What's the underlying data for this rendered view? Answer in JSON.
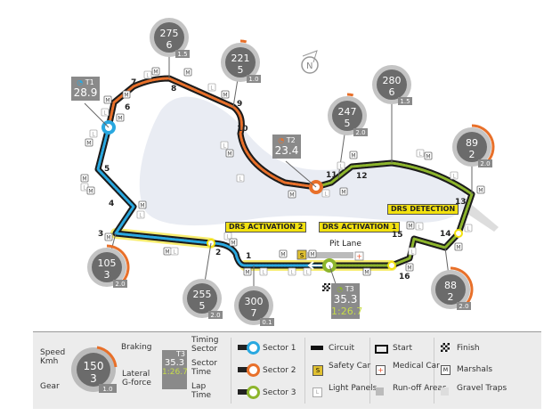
{
  "turns": [
    "1",
    "2",
    "3",
    "4",
    "5",
    "6",
    "7",
    "8",
    "9",
    "10",
    "11",
    "12",
    "13",
    "14",
    "15",
    "16"
  ],
  "drs": {
    "activation_1": "DRS ACTIVATION 1",
    "activation_2": "DRS ACTIVATION 2",
    "detection": "DRS DETECTION"
  },
  "pit_lane": "Pit Lane",
  "marker_labels": {
    "marshal": "M",
    "light": "L",
    "safety_car": "S",
    "medical": "+"
  },
  "compass": "N",
  "timing": [
    {
      "sector": "T1",
      "time": "28.9"
    },
    {
      "sector": "T2",
      "time": "23.4"
    },
    {
      "sector": "T3",
      "time": "35.3",
      "lap": "1:26.7"
    }
  ],
  "gauges": [
    {
      "turn": "8",
      "speed": "275",
      "gear": "6",
      "g": "1.5",
      "braking": 0
    },
    {
      "turn": "9",
      "speed": "221",
      "gear": "5",
      "g": "1.0",
      "braking": 0.1
    },
    {
      "turn": "11",
      "speed": "247",
      "gear": "5",
      "g": "2.0",
      "braking": 0.1
    },
    {
      "turn": "12",
      "speed": "280",
      "gear": "6",
      "g": "1.5",
      "braking": 0
    },
    {
      "turn": "13",
      "speed": "89",
      "gear": "2",
      "g": "2.0",
      "braking": 0.8
    },
    {
      "turn": "3",
      "speed": "105",
      "gear": "3",
      "g": "2.0",
      "braking": 0.8
    },
    {
      "turn": "2",
      "speed": "255",
      "gear": "5",
      "g": "2.0",
      "braking": 0
    },
    {
      "turn": "1",
      "speed": "300",
      "gear": "7",
      "g": "0.1",
      "braking": 0
    },
    {
      "turn": "14",
      "speed": "88",
      "gear": "2",
      "g": "2.0",
      "braking": 0.8
    }
  ],
  "colors": {
    "sector1": "#29a8e0",
    "sector2": "#e8702a",
    "sector3": "#8db52c",
    "drs": "#f2e10f",
    "gauge": "#6b6b6b",
    "lake": "#e9ecf3"
  },
  "legend": {
    "speed": "Speed",
    "kmh": "Kmh",
    "gear": "Gear",
    "braking": "Braking",
    "lateral": "Lateral",
    "gforce": "G-force",
    "sample_speed": "150",
    "sample_gear": "3",
    "sample_g": "1.0",
    "timing_sector": "Timing Sector",
    "sector_time": "Sector Time",
    "lap_time": "Lap Time",
    "sample_sector": "T3",
    "sample_time": "35.3",
    "sample_lap": "1:26.7",
    "sector1": "Sector 1",
    "sector2": "Sector 2",
    "sector3": "Sector 3",
    "circuit": "Circuit",
    "start": "Start",
    "finish": "Finish",
    "safety_car": "Safety Car",
    "medical_car": "Medical Car",
    "marshals": "Marshals",
    "light_panels": "Light Panels",
    "runoff": "Run-off Areas",
    "gravel": "Gravel Traps"
  }
}
